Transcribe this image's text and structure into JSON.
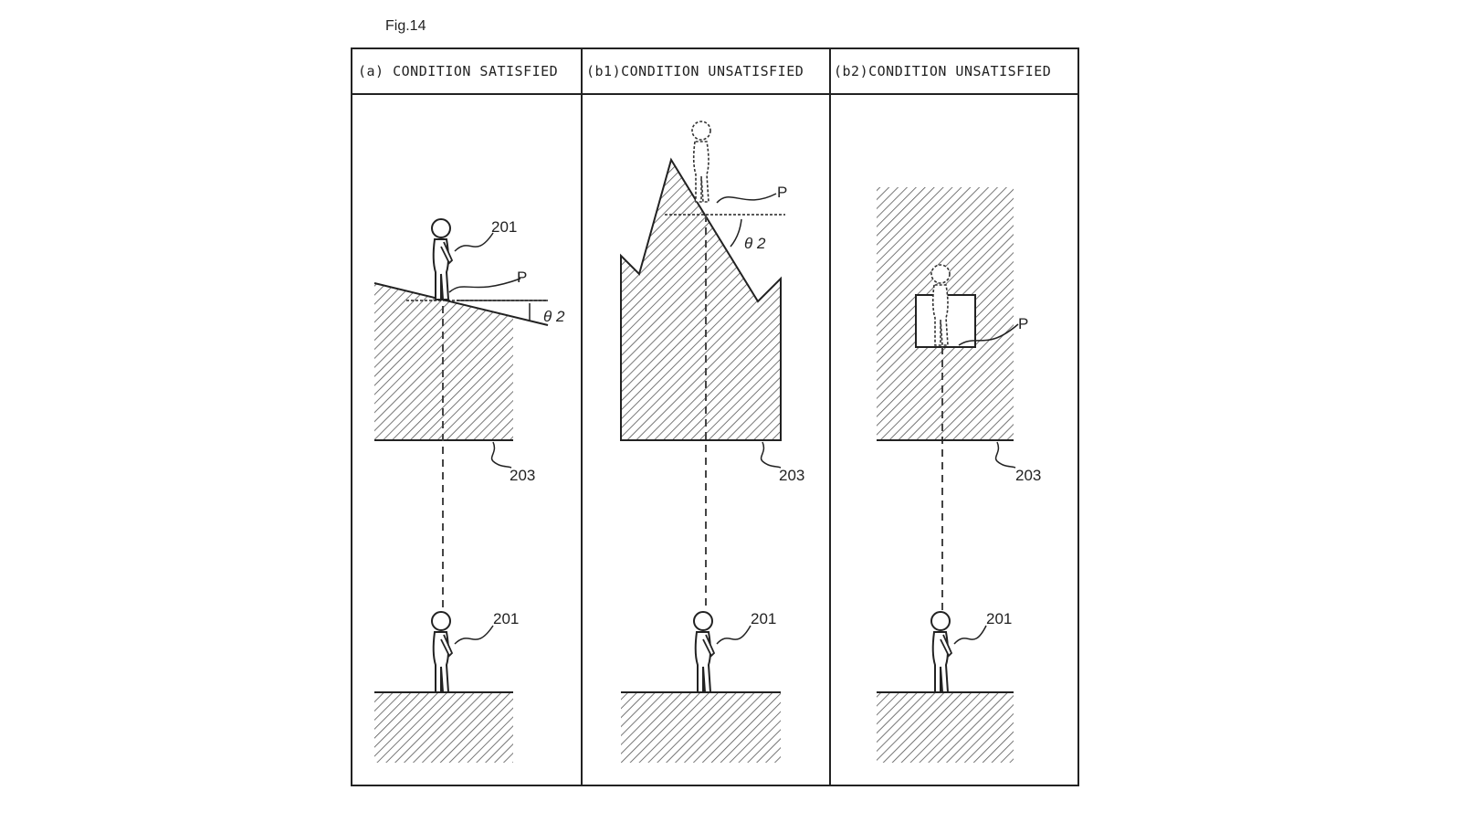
{
  "figure_label": "Fig.14",
  "panels": [
    {
      "header": "(a) CONDITION SATISFIED",
      "person_label_top": "201",
      "point_label": "P",
      "angle_label": "θ 2",
      "surface_label": "203",
      "person_label_bottom": "201"
    },
    {
      "header": "(b1)CONDITION UNSATISFIED",
      "point_label": "P",
      "angle_label": "θ 2",
      "surface_label": "203",
      "person_label_bottom": "201"
    },
    {
      "header": "(b2)CONDITION UNSATISFIED",
      "point_label": "P",
      "surface_label": "203",
      "person_label_bottom": "201"
    }
  ]
}
